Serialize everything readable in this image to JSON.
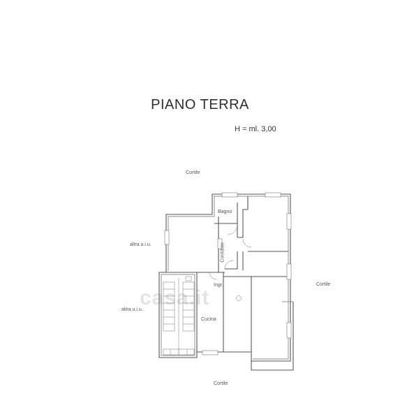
{
  "title": "PIANO TERRA",
  "height_note": "H = ml. 3,00",
  "labels": {
    "cortile_top": "Cortile",
    "cortile_right": "Cortile",
    "cortile_bottom": "Cortile",
    "altra_uiu_upper": "altra u.i.u.",
    "altra_uiu_lower": "altra u.i.u.",
    "bagno": "Bagno",
    "corridoio": "Corridoio",
    "ingresso": "Ingr.",
    "cucina": "Cucina"
  },
  "watermark": "casa.it"
}
